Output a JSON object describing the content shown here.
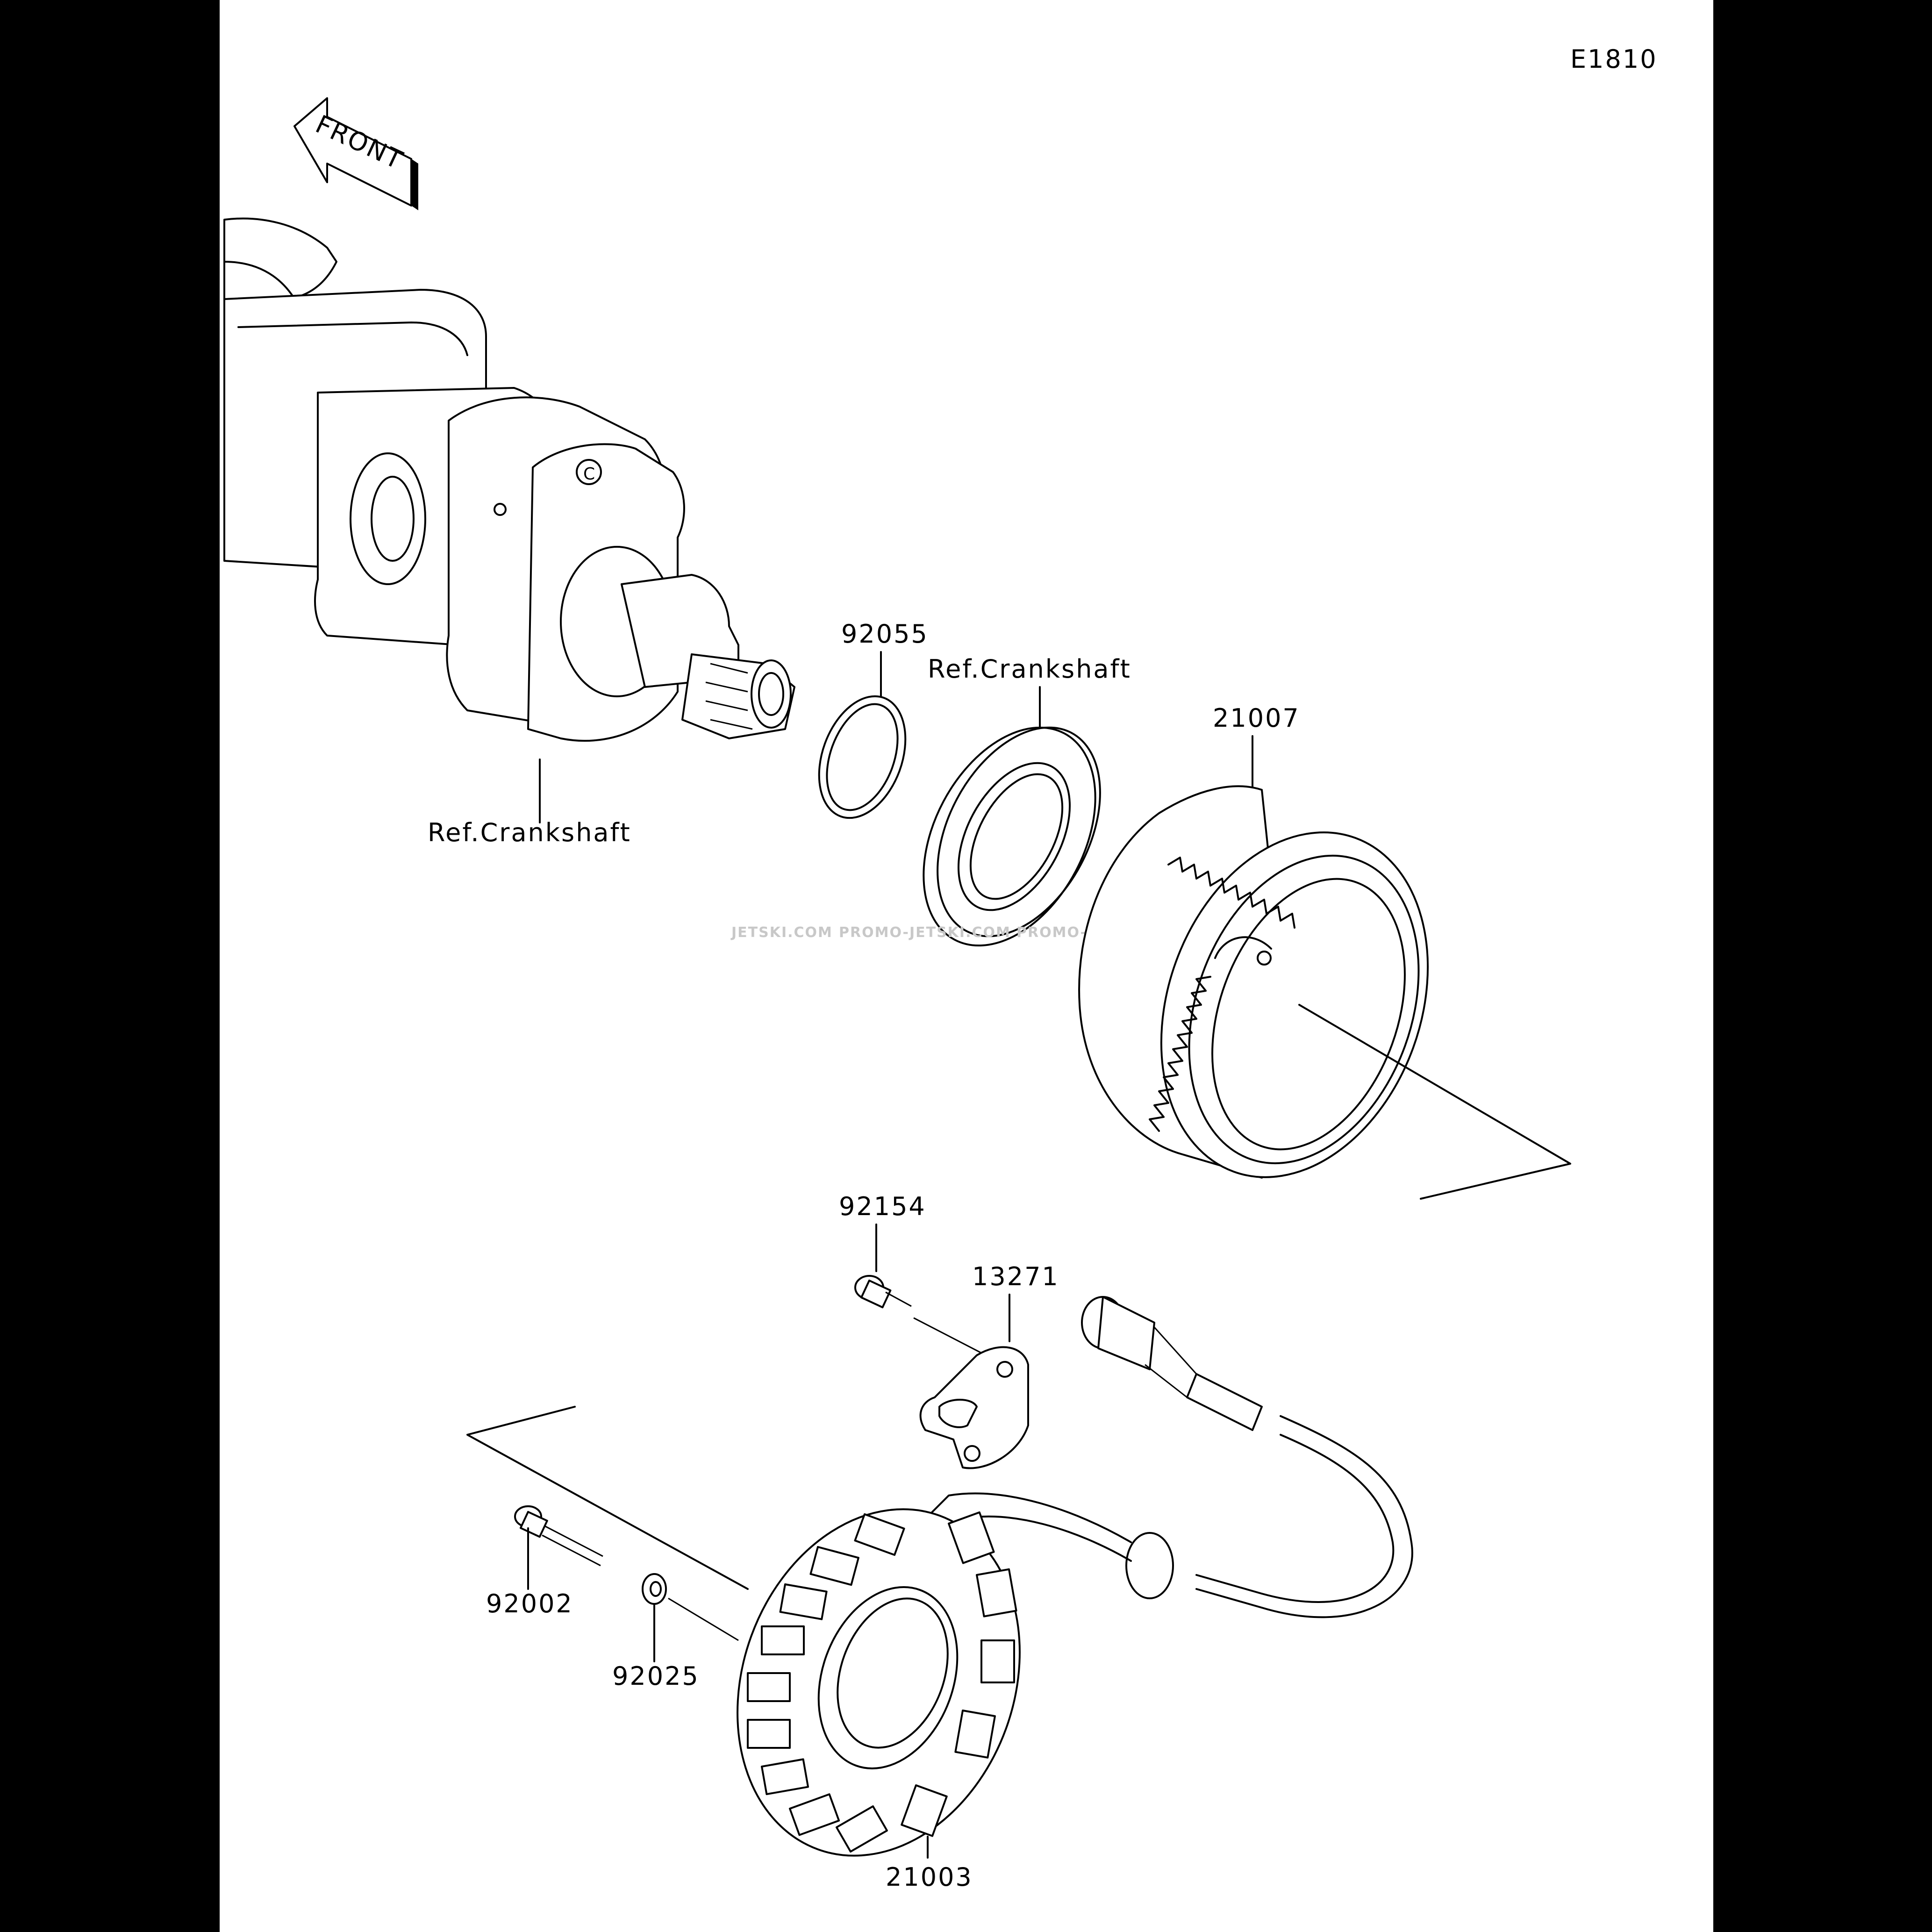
{
  "diagram_code": "E1810",
  "front_arrow_label": "FRONT",
  "labels": {
    "crankshaft_ref_upper": "Ref.Crankshaft",
    "crankshaft_ref_lower": "Ref.Crankshaft",
    "part_92055": "92055",
    "part_21007": "21007",
    "part_92154": "92154",
    "part_13271": "13271",
    "part_92002": "92002",
    "part_92025": "92025",
    "part_21003": "21003"
  },
  "watermarks": [
    "JETSKI.COM",
    "PROMO-JETSKI.COM",
    "PROMO-JETSKI.COM"
  ]
}
